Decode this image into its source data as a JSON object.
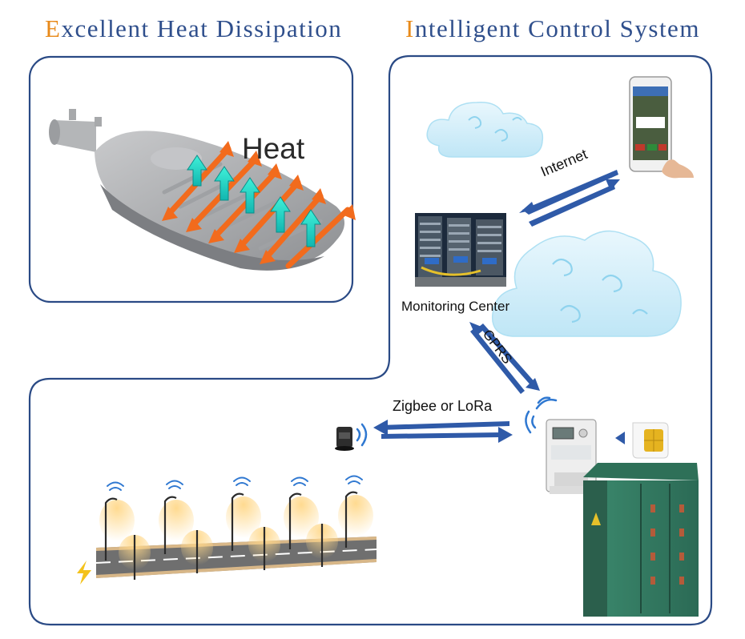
{
  "titles": {
    "heat": {
      "first": "E",
      "rest": "xcellent Heat Dissipation"
    },
    "control": {
      "first": "I",
      "rest": "ntelligent Control System"
    }
  },
  "heat_label": "Heat",
  "links": {
    "internet": "Internet",
    "monitoring_center": "Monitoring Center",
    "gprs": "GPRS",
    "zigbee": "Zigbee or LoRa"
  },
  "colors": {
    "title_accent": "#e88a1a",
    "title_main": "#2f4f8c",
    "panel_border": "#2a4a85",
    "link_arrow": "#2f5aa8",
    "heat_arrow": "#f26b1d",
    "airflow_arrow": "#22d8c4"
  }
}
